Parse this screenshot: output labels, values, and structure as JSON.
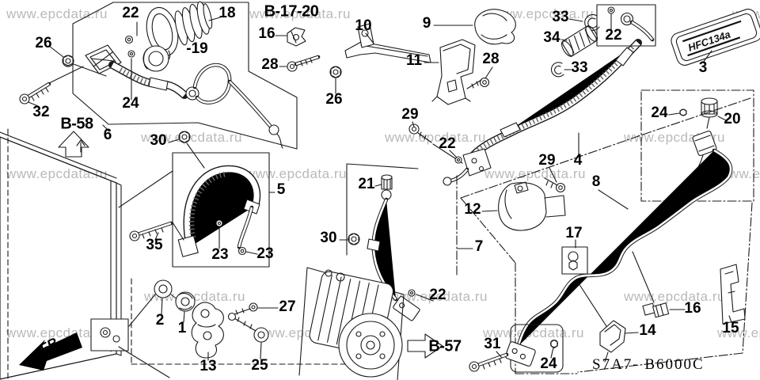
{
  "diagram": {
    "watermark": "www.epcdata.ru",
    "code": "S7A7- B6000C",
    "direction_label": "FR.",
    "spec_sticker_text": "HFC134a"
  },
  "references": {
    "b58": "B-58",
    "b1720": "B-17-20",
    "b57": "B-57"
  },
  "callouts": [
    "22",
    "18",
    "-19",
    "26",
    "32",
    "24",
    "6",
    "16",
    "10",
    "28",
    "26",
    "9",
    "11",
    "28",
    "33",
    "34",
    "22",
    "33",
    "3",
    "29",
    "22",
    "29",
    "4",
    "8",
    "24",
    "20",
    "30",
    "5",
    "21",
    "12",
    "35",
    "23",
    "23",
    "30",
    "7",
    "17",
    "2",
    "1",
    "27",
    "13",
    "25",
    "22",
    "31",
    "24",
    "16",
    "14",
    "15"
  ]
}
